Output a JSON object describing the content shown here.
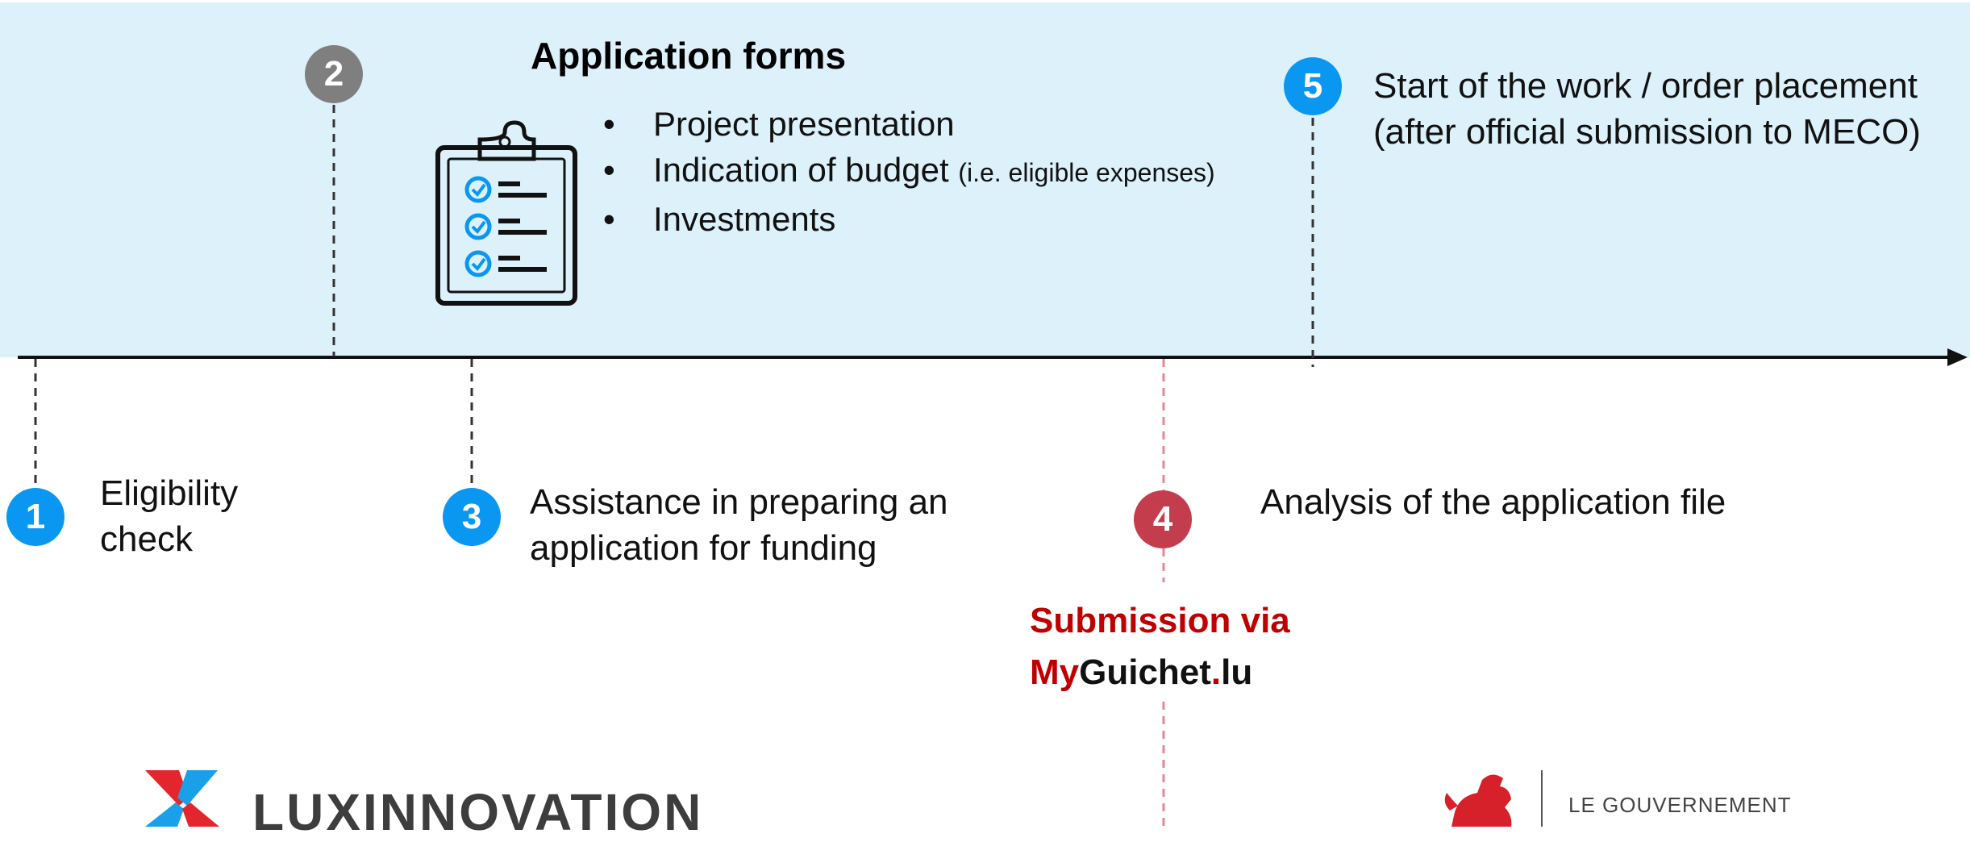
{
  "colors": {
    "band": "#ddf1fb",
    "blue_marker": "#0a97f2",
    "grey_marker": "#7f7f7f",
    "red_marker": "#c43d4d",
    "submission_red": "#c00000"
  },
  "steps": [
    {
      "number": "1",
      "lines": [
        "Eligibility",
        "check"
      ]
    },
    {
      "number": "2",
      "lines": []
    },
    {
      "number": "3",
      "lines": [
        "Assistance in preparing an",
        "application for funding"
      ]
    },
    {
      "number": "4",
      "lines": [
        "Analysis of the application file"
      ]
    },
    {
      "number": "5",
      "lines": [
        "Start of the work / order placement",
        "(after official submission to MECO)"
      ]
    }
  ],
  "application_forms": {
    "title": "Application forms",
    "icon": "clipboard-checklist-icon",
    "items": [
      {
        "text": "Project presentation",
        "note": ""
      },
      {
        "text": "Indication of budget",
        "note": "(i.e. eligible expenses)"
      },
      {
        "text": "Investments",
        "note": ""
      }
    ]
  },
  "submission": {
    "line1": "Submission via",
    "my": "My",
    "guichet": "Guichet",
    "dot": ".",
    "lu": "lu"
  },
  "logos": {
    "luxinnovation": {
      "text": "LUXINNOVATION",
      "icon": "luxinnovation-logo-icon"
    },
    "government": {
      "line1": "LE GOUVERNEMENT",
      "icon": "red-lion-coat-of-arms-icon"
    }
  }
}
